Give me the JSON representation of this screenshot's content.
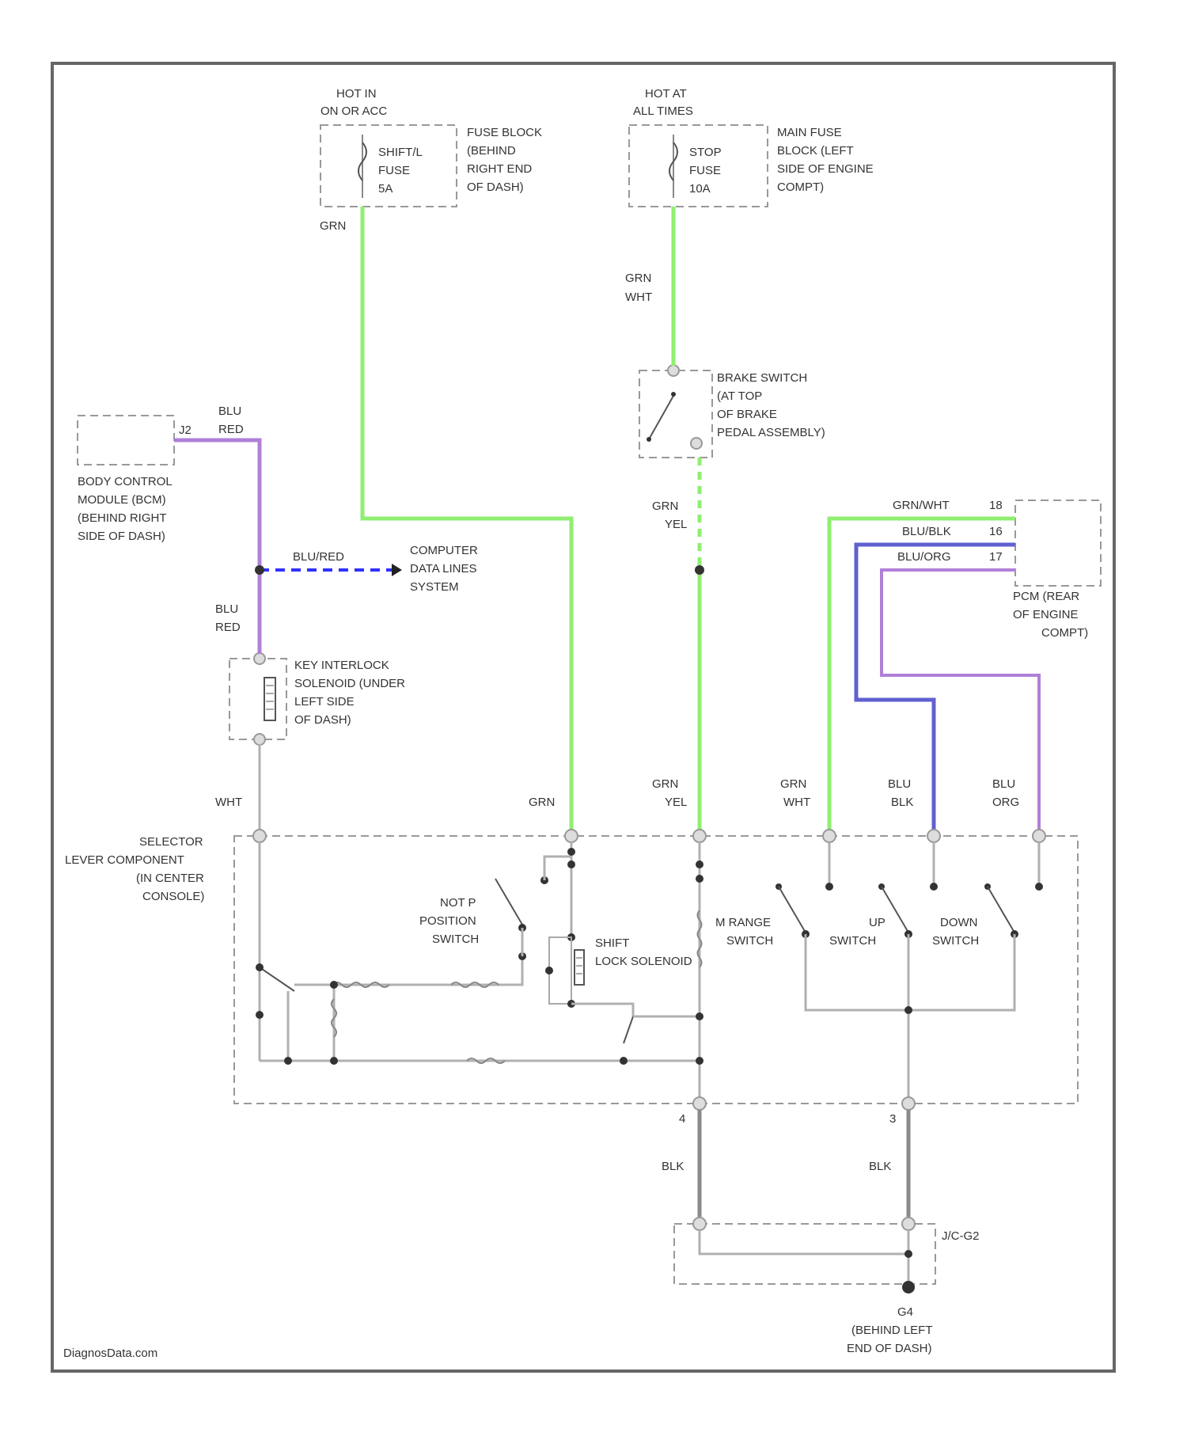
{
  "title_block": {
    "watermark": "DiagnosData.com"
  },
  "colors": {
    "wire_green": "#90ee70",
    "wire_purple": "#b080d8",
    "wire_blue": "#6060d0",
    "wire_black": "#8a8a8a",
    "wire_plain": "#b0b0b0",
    "data_line": "#3030ff",
    "frame": "#666666"
  },
  "power": {
    "ign": {
      "hot_line1": "HOT IN",
      "hot_line2": "ON OR ACC",
      "fuse_line1": "SHIFT/L",
      "fuse_line2": "FUSE",
      "fuse_line3": "5A",
      "block_line1": "FUSE BLOCK",
      "block_line2": "(BEHIND",
      "block_line3": "RIGHT END",
      "block_line4": "OF DASH)",
      "wire": "GRN"
    },
    "batt": {
      "hot_line1": "HOT AT",
      "hot_line2": "ALL TIMES",
      "fuse_line1": "STOP",
      "fuse_line2": "FUSE",
      "fuse_line3": "10A",
      "block_line1": "MAIN FUSE",
      "block_line2": "BLOCK (LEFT",
      "block_line3": "SIDE OF ENGINE",
      "block_line4": "COMPT)",
      "wire_line1": "GRN",
      "wire_line2": "WHT"
    }
  },
  "brake_switch": {
    "line1": "BRAKE SWITCH",
    "line2": "(AT TOP",
    "line3": "OF BRAKE",
    "line4": "PEDAL ASSEMBLY)",
    "out_wire_line1": "GRN",
    "out_wire_line2": "YEL"
  },
  "bcm": {
    "pin": "J2",
    "wire_line1": "BLU",
    "wire_line2": "RED",
    "line1": "BODY CONTROL",
    "line2": "MODULE (BCM)",
    "line3": "(BEHIND RIGHT",
    "line4": "SIDE OF DASH)"
  },
  "data_lines": {
    "wire": "BLU/RED",
    "line1": "COMPUTER",
    "line2": "DATA LINES",
    "line3": "SYSTEM"
  },
  "key_interlock": {
    "wire_line1": "BLU",
    "wire_line2": "RED",
    "line1": "KEY INTERLOCK",
    "line2": "SOLENOID (UNDER",
    "line3": "LEFT SIDE",
    "line4": "OF DASH)",
    "out_wire": "WHT"
  },
  "pcm": {
    "wires": [
      {
        "color": "GRN/WHT",
        "pin": "18"
      },
      {
        "color": "BLU/BLK",
        "pin": "16"
      },
      {
        "color": "BLU/ORG",
        "pin": "17"
      }
    ],
    "line1": "PCM (REAR",
    "line2": "OF ENGINE",
    "line3": "COMPT)"
  },
  "selector": {
    "line1": "SELECTOR",
    "line2": "LEVER COMPONENT",
    "line3": "(IN CENTER",
    "line4": "CONSOLE)",
    "top_wires": [
      {
        "line1": "",
        "line2": "GRN"
      },
      {
        "line1": "GRN",
        "line2": "YEL"
      },
      {
        "line1": "GRN",
        "line2": "WHT"
      },
      {
        "line1": "BLU",
        "line2": "BLK"
      },
      {
        "line1": "BLU",
        "line2": "ORG"
      }
    ],
    "notp_line1": "NOT P",
    "notp_line2": "POSITION",
    "notp_line3": "SWITCH",
    "solenoid_line1": "SHIFT",
    "solenoid_line2": "LOCK SOLENOID",
    "mrange_line1": "M RANGE",
    "mrange_line2": "SWITCH",
    "up_line1": "UP",
    "up_line2": "SWITCH",
    "down_line1": "DOWN",
    "down_line2": "SWITCH",
    "pin_left": "4",
    "pin_right": "3"
  },
  "ground": {
    "wire_left": "BLK",
    "wire_right": "BLK",
    "joint": "J/C-G2",
    "line1": "G4",
    "line2": "(BEHIND LEFT",
    "line3": "END OF DASH)"
  }
}
